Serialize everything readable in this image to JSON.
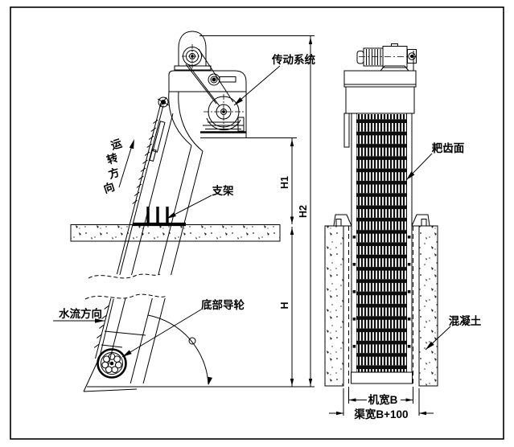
{
  "labels": {
    "transmission_system": "传动系统",
    "rotation_direction_chars": [
      "运",
      "转",
      "方",
      "向"
    ],
    "support": "支架",
    "water_flow_direction": "水流方向",
    "bottom_guide_wheel": "底部导轮",
    "rake_tooth_surface": "耙齿面",
    "concrete": "混凝土"
  },
  "dimensions": {
    "height_upper": "H1",
    "height_total": "H2",
    "height_lower": "H",
    "machine_width": "机宽B",
    "channel_width": "渠宽B+100"
  },
  "colors": {
    "line": "#000000",
    "background": "#ffffff"
  }
}
